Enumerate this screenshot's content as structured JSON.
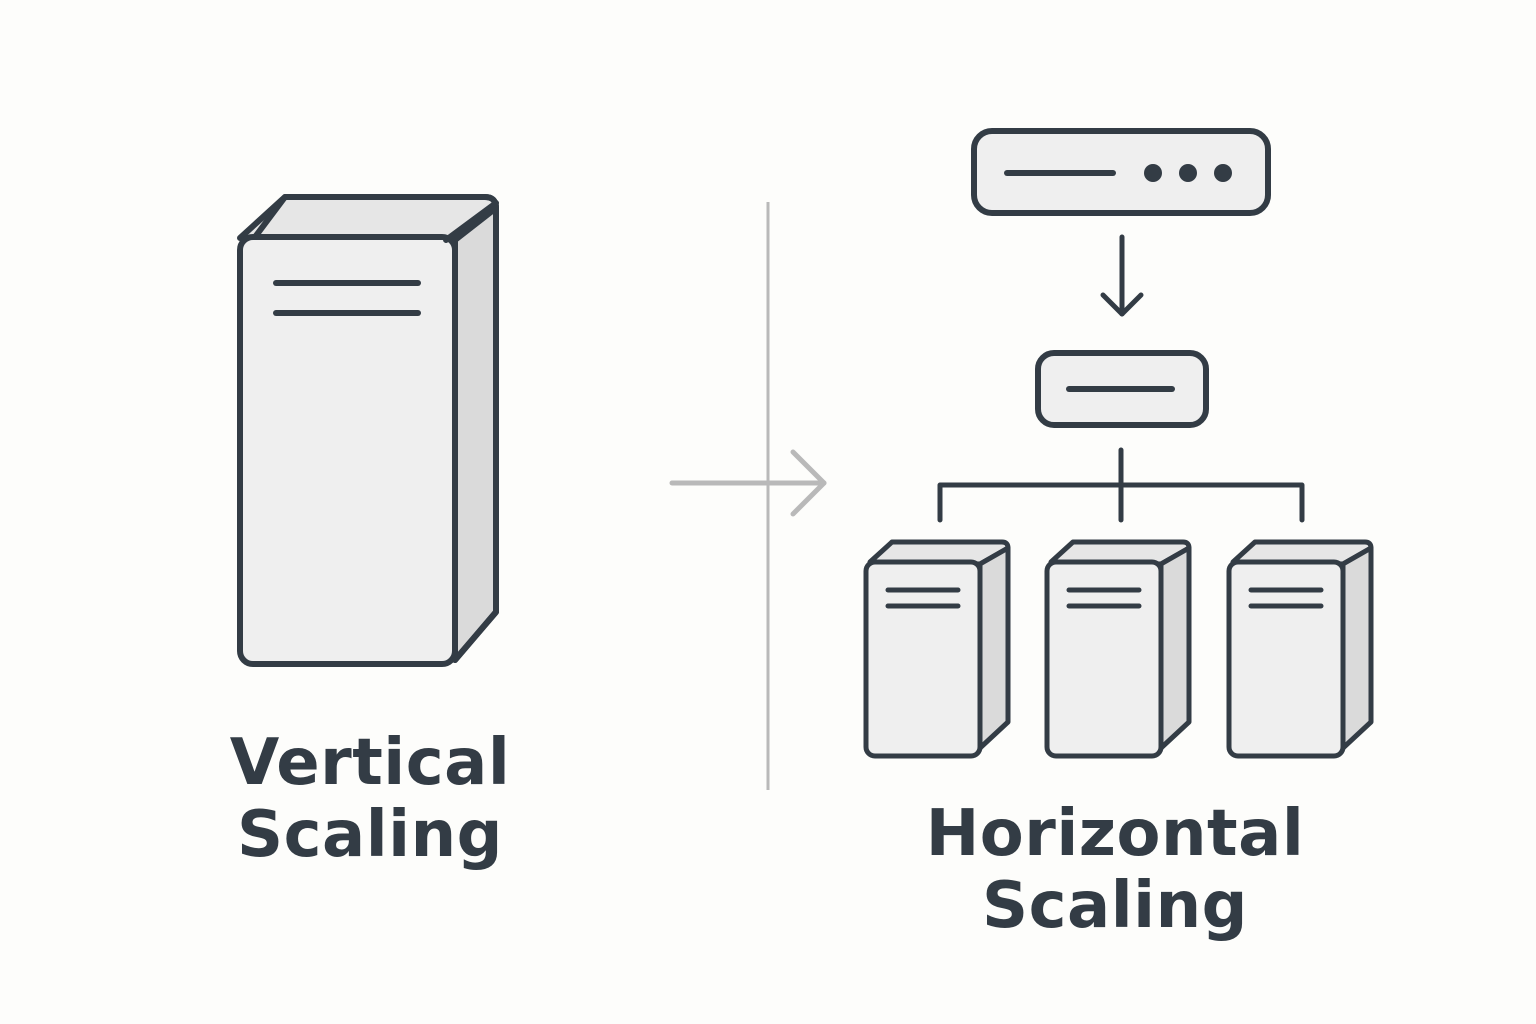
{
  "colors": {
    "background": "#fdfdfb",
    "stroke": "#333c45",
    "server_face": "#efefef",
    "server_side": "#dadada",
    "server_top": "#e6e6e6",
    "divider": "#b9b9b9"
  },
  "vertical": {
    "title_line1": "Vertical",
    "title_line2": "Scaling",
    "icon": "server-tower-icon"
  },
  "horizontal": {
    "title_line1": "Horizontal",
    "title_line2": "Scaling",
    "icons": [
      "client-device-icon",
      "load-balancer-icon",
      "server-icon",
      "server-icon",
      "server-icon"
    ]
  },
  "connector": {
    "icon": "arrow-right-icon"
  }
}
